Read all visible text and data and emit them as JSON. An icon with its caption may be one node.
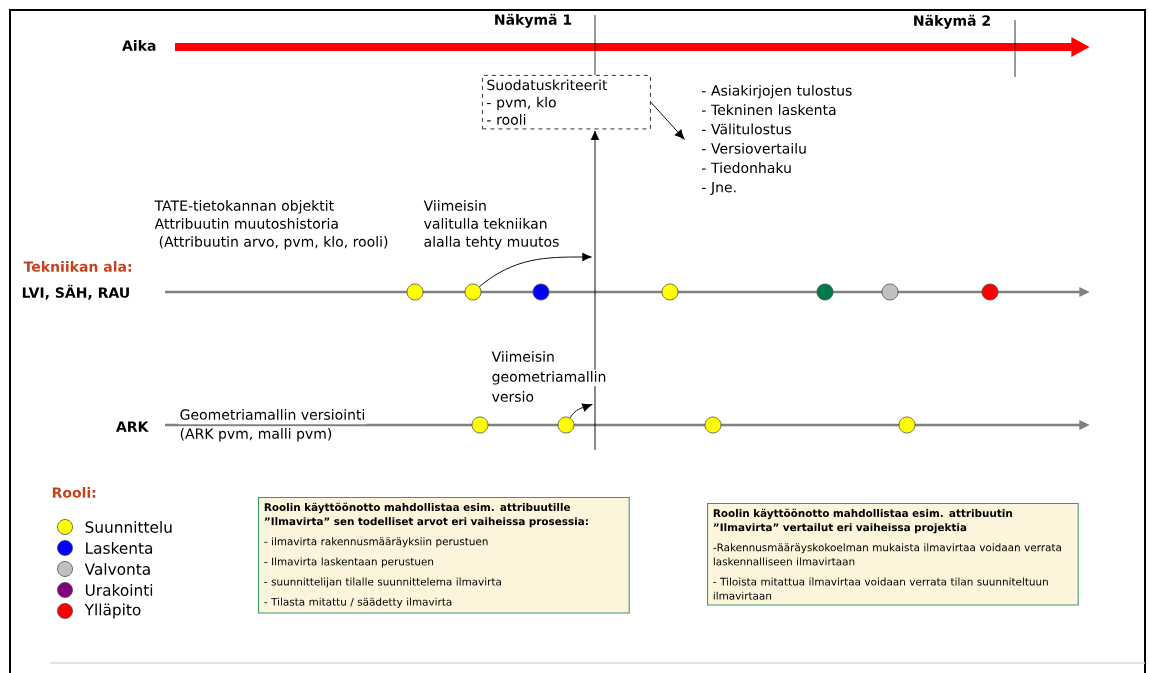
{
  "diagram": {
    "nodes": [
      {
        "text": [
          "Suodatuskriteerit",
          "- pvm, klo",
          "- rooli"
        ]
      },
      {
        "text": [
          "- Asiakirjojen tulostus",
          "- Tekninen laskenta",
          "- Välitulostus",
          "- Versiovertailu",
          "- Tiedonhaku",
          "- Jne."
        ]
      },
      {
        "text": [],
        "shape": "circle"
      },
      {
        "text": [],
        "shape": "circle"
      },
      {
        "text": [],
        "shape": "circle"
      },
      {
        "text": [],
        "shape": "circle"
      },
      {
        "text": [],
        "shape": "circle"
      },
      {
        "text": [],
        "shape": "circle"
      },
      {
        "text": [],
        "shape": "circle"
      },
      {
        "text": [],
        "shape": "circle"
      },
      {
        "text": [],
        "shape": "circle"
      },
      {
        "text": [],
        "shape": "circle"
      },
      {
        "text": [],
        "shape": "circle"
      },
      {
        "text": [
          "Roolin käyttöönotto mahdollistaa esim. attribuutille ”Ilmavirta” sen todelliset arvot eri vaiheissa prosessia:",
          "- ilmavirta rakennusmääräyksiin perustuen",
          "- Ilmavirta laskentaan perustuen",
          "- suunnittelijan tilalle suunnittelema ilmavirta",
          "- Tilasta mitattu / säädetty ilmavirta"
        ]
      },
      {
        "text": [
          "Roolin käyttöönotto mahdollistaa esim. attribuutin ”Ilmavirta” vertailut eri vaiheissa projektia",
          "-Rakennusmääräyskokoelman mukaista ilmavirtaa voidaan verrata laskennalliseen ilmavirtaan",
          "- Tiloista mitattua ilmavirtaa voidaan verrata tilan suunniteltuun ilmavirtaan"
        ]
      }
    ],
    "edges": [
      {
        "from": null,
        "to": 0,
        "arrow": "to"
      },
      {
        "from": 0,
        "to": 1,
        "arrow": "to"
      },
      {
        "from": 3,
        "to": null,
        "arrow": "to"
      },
      {
        "from": 10,
        "to": null,
        "arrow": "to"
      }
    ],
    "labels": [
      "Näkymä 1",
      "Näkymä 2",
      "Aika",
      "TATE-tietokannan objektit",
      "Attribuutin muutoshistoria",
      "(Attribuutin arvo, pvm, klo, rooli)",
      "Viimeisin",
      "valitulla tekniikan",
      "alalla tehty muutos",
      "Tekniikan ala:",
      "LVI, SÄH, RAU",
      "Viimeisin",
      "geometriamallin",
      "versio",
      "ARK",
      "Geometriamallin versiointi",
      "(ARK pvm, malli pvm)",
      "Rooli:"
    ],
    "legend": [
      {
        "text": "Suunnittelu",
        "color": "#ffff00"
      },
      {
        "text": "Laskenta",
        "color": "#0000ff"
      },
      {
        "text": "Valvonta",
        "color": "#c0c0c0"
      },
      {
        "text": "Urakointi",
        "color": "#800080"
      },
      {
        "text": "Ylläpito",
        "color": "#ff0000"
      }
    ]
  }
}
